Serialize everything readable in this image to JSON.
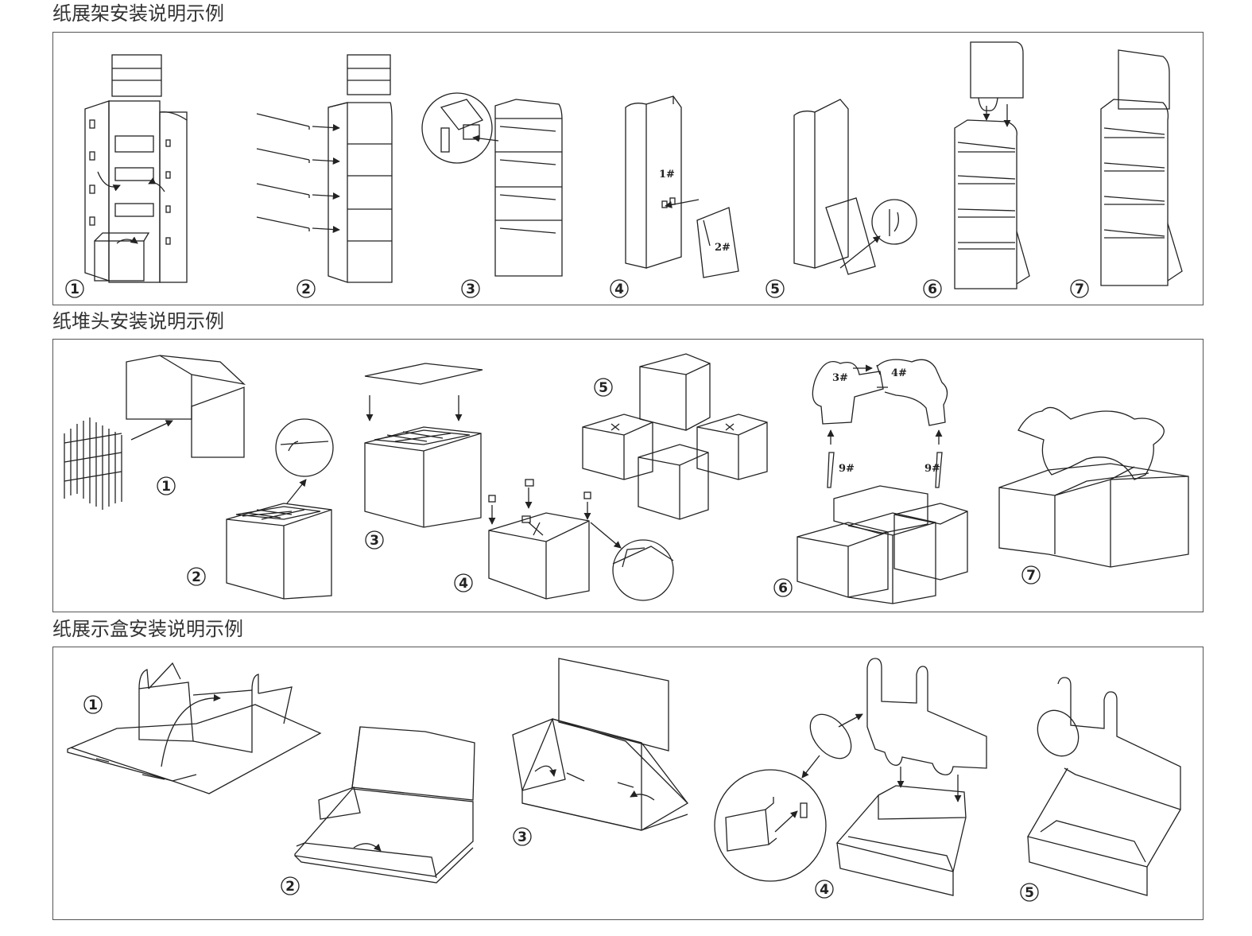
{
  "sections": [
    {
      "title": "纸展架安装说明示例",
      "steps": [
        "1",
        "2",
        "3",
        "4",
        "5",
        "6",
        "7"
      ]
    },
    {
      "title": "纸堆头安装说明示例",
      "steps": [
        "1",
        "2",
        "3",
        "4",
        "5",
        "6",
        "7"
      ]
    },
    {
      "title": "纸展示盒安装说明示例",
      "steps": [
        "1",
        "2",
        "3",
        "4",
        "5"
      ]
    }
  ],
  "part_labels": {
    "p1": "1#",
    "p2": "2#",
    "p3": "3#",
    "p4": "4#",
    "p9a": "9#",
    "p9b": "9#"
  }
}
